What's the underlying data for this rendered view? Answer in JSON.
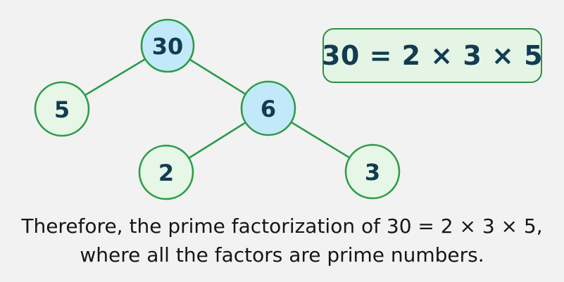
{
  "illustration": {
    "title": "prime factorization factor tree of 30"
  },
  "colors": {
    "background": "#f2f2f3",
    "composite_fill": "#c1e9f9",
    "prime_fill": "#e6f6e7",
    "stroke_green": "#2e9c47",
    "number_navy": "#113c52",
    "caption_text": "#161616"
  },
  "tree": {
    "nodes": [
      {
        "id": "30",
        "label": "30",
        "type": "composite",
        "fill": "#c1e9f9"
      },
      {
        "id": "5",
        "label": "5",
        "type": "prime",
        "fill": "#e6f6e7"
      },
      {
        "id": "6",
        "label": "6",
        "type": "composite",
        "fill": "#c1e9f9"
      },
      {
        "id": "2",
        "label": "2",
        "type": "prime",
        "fill": "#e6f6e7"
      },
      {
        "id": "3",
        "label": "3",
        "type": "prime",
        "fill": "#e6f6e7"
      }
    ],
    "edges": [
      {
        "from": "30",
        "to": "5"
      },
      {
        "from": "30",
        "to": "6"
      },
      {
        "from": "6",
        "to": "2"
      },
      {
        "from": "6",
        "to": "3"
      }
    ]
  },
  "equation": {
    "text": "30 = 2 × 3 × 5"
  },
  "caption": {
    "line1": "Therefore, the prime factorization of 30 = 2 × 3 × 5,",
    "line2": "where all the factors are prime numbers."
  }
}
